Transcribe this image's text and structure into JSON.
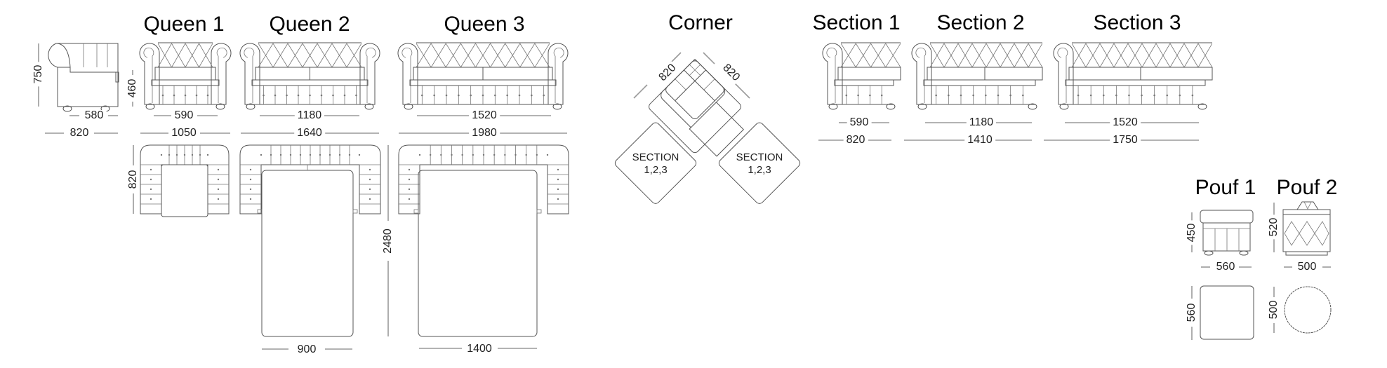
{
  "diagram": {
    "type": "furniture-dimension-sheet",
    "units": "mm",
    "titles": {
      "queen1": "Queen 1",
      "queen2": "Queen 2",
      "queen3": "Queen 3",
      "corner": "Corner",
      "section1": "Section 1",
      "section2": "Section 2",
      "section3": "Section 3",
      "pouf1": "Pouf 1",
      "pouf2": "Pouf 2"
    },
    "side_view": {
      "height": "750",
      "seat_height": "460",
      "seat_depth": "580",
      "depth": "820"
    },
    "queen1": {
      "inner_width": "590",
      "overall_width": "1050",
      "depth": "820"
    },
    "queen2": {
      "inner_width": "1180",
      "overall_width": "1640",
      "bed_width": "900"
    },
    "queen3": {
      "inner_width": "1520",
      "overall_width": "1980",
      "bed_width": "1400",
      "bed_length": "2480"
    },
    "corner": {
      "side_a": "820",
      "side_b": "820",
      "section_label_left": "SECTION\n1,2,3",
      "section_label_right": "SECTION\n1,2,3"
    },
    "section1": {
      "inner_width": "590",
      "overall_width": "820"
    },
    "section2": {
      "inner_width": "1180",
      "overall_width": "1410"
    },
    "section3": {
      "inner_width": "1520",
      "overall_width": "1750"
    },
    "pouf1": {
      "height": "450",
      "width": "560",
      "depth": "560"
    },
    "pouf2": {
      "height": "520",
      "width": "500",
      "diameter": "500"
    },
    "colors": {
      "line": "#555555",
      "dim_line": "#999999",
      "text": "#000000"
    }
  }
}
